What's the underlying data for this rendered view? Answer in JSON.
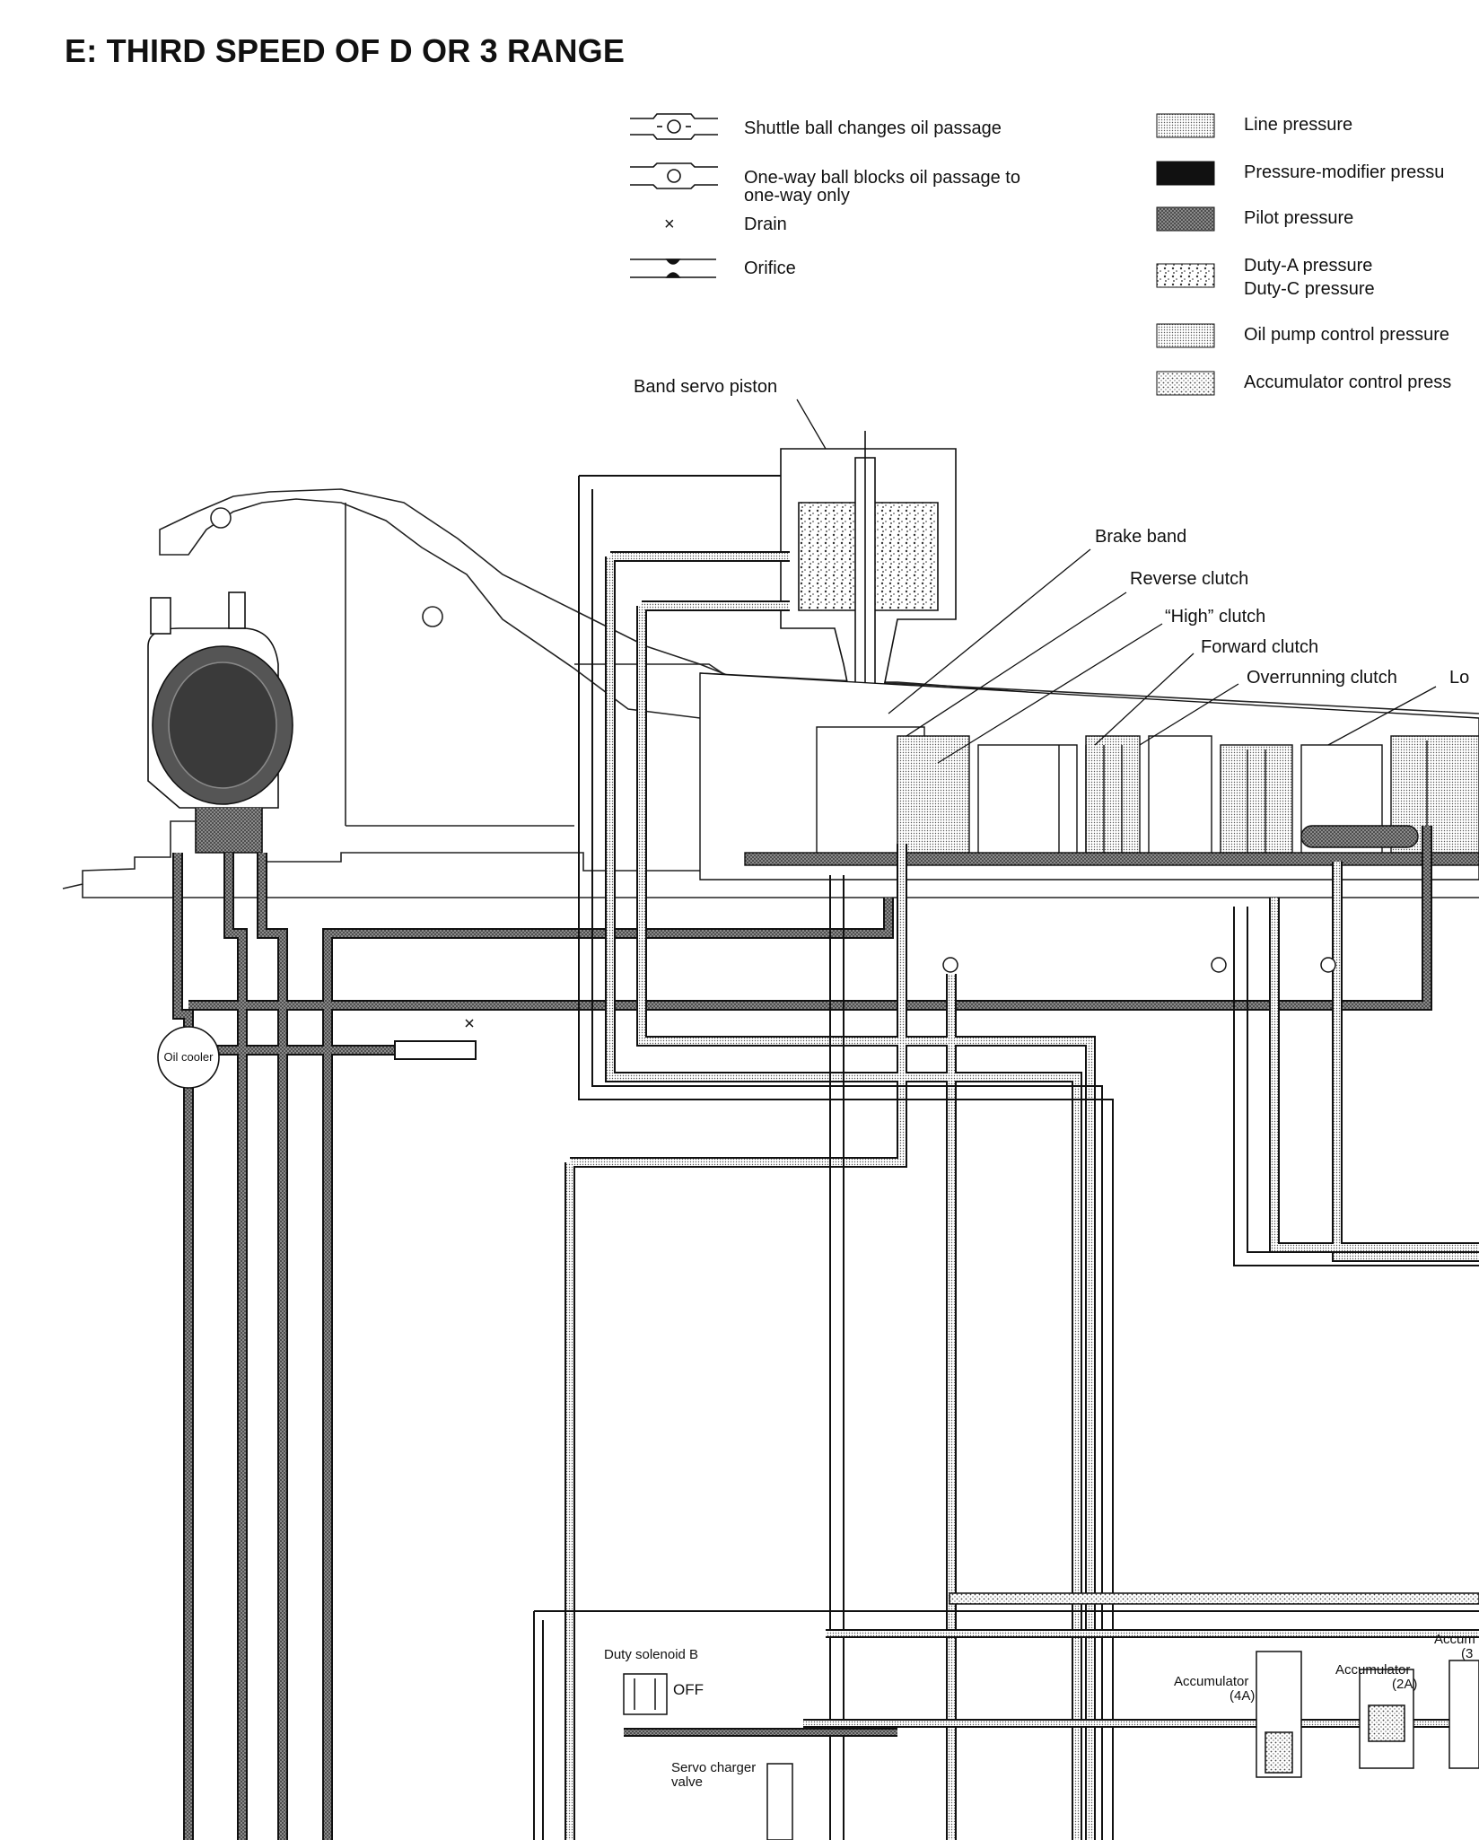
{
  "title": "E: THIRD SPEED OF D OR 3 RANGE",
  "symbol_legend": {
    "shuttle_ball": "Shuttle ball changes oil passage",
    "one_way_ball_line1": "One-way ball blocks oil passage to",
    "one_way_ball_line2": "one-way only",
    "drain_symbol": "×",
    "drain": "Drain",
    "orifice": "Orifice"
  },
  "pressure_legend": {
    "line": "Line  pressure",
    "pressure_modifier": "Pressure-modifier  pressu",
    "pilot": "Pilot  pressure",
    "duty_a": "Duty-A  pressure",
    "duty_c": "Duty-C  pressure",
    "oil_pump_control": "Oil pump control pressure",
    "accumulator_control": "Accumulator control press"
  },
  "components": {
    "band_servo_piston": "Band servo piston",
    "brake_band": "Brake band",
    "reverse_clutch": "Reverse clutch",
    "high_clutch": "“High” clutch",
    "forward_clutch": "Forward clutch",
    "overrunning_clutch": "Overrunning clutch",
    "low_cut": "Lo",
    "oil_cooler": "Oil cooler",
    "duty_solenoid_b": "Duty solenoid B",
    "duty_solenoid_b_state": "OFF",
    "servo_charger_valve_line1": "Servo charger",
    "servo_charger_valve_line2": "valve",
    "accumulator_4a_line1": "Accumulator",
    "accumulator_4a_line2": "(4A)",
    "accumulator_2a_line1": "Accumulator",
    "accumulator_2a_line2": "(2A)",
    "accumulator_cut_line1": "Accum",
    "accumulator_cut_line2": "(3"
  },
  "colors": {
    "line_pressure_fill": "#cfcfcf",
    "pressure_modifier_fill": "#111111",
    "pilot_fill": "#6a6a6a",
    "duty_fill": "#e6e6e6",
    "oil_pump_fill": "#d8d8d8",
    "accumulator_fill": "#9a9a9a",
    "stroke": "#111111"
  }
}
